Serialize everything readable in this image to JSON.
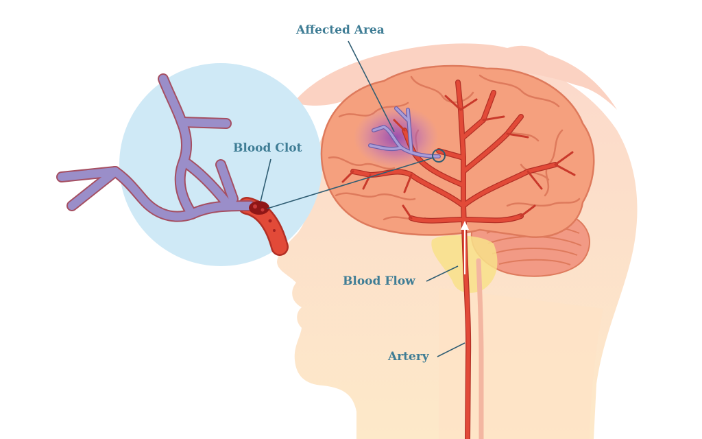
{
  "labels": {
    "affected_area": "Affected Area",
    "blood_clot": "Blood Clot",
    "blood_flow": "Blood Flow",
    "artery": "Artery"
  },
  "colors": {
    "head_skin": "#fcdccb",
    "neck_skin": "#fde6c9",
    "hair": "#fbd4c4",
    "brain": "#f5a07e",
    "brain_fold": "#de7a5c",
    "cerebellum": "#f29a85",
    "brainstem": "#f8e08a",
    "artery": "#e24a38",
    "artery_outline": "#b22f25",
    "vein_blocked": "#9a8ec9",
    "affected_glow": "#8a3fb5",
    "magnifier": "#cfe9f6",
    "clot": "#8f1616",
    "label_text": "#3f7d95",
    "leader_line": "#2f5d73"
  },
  "icons": {
    "flow_direction": "up-arrow-icon"
  }
}
